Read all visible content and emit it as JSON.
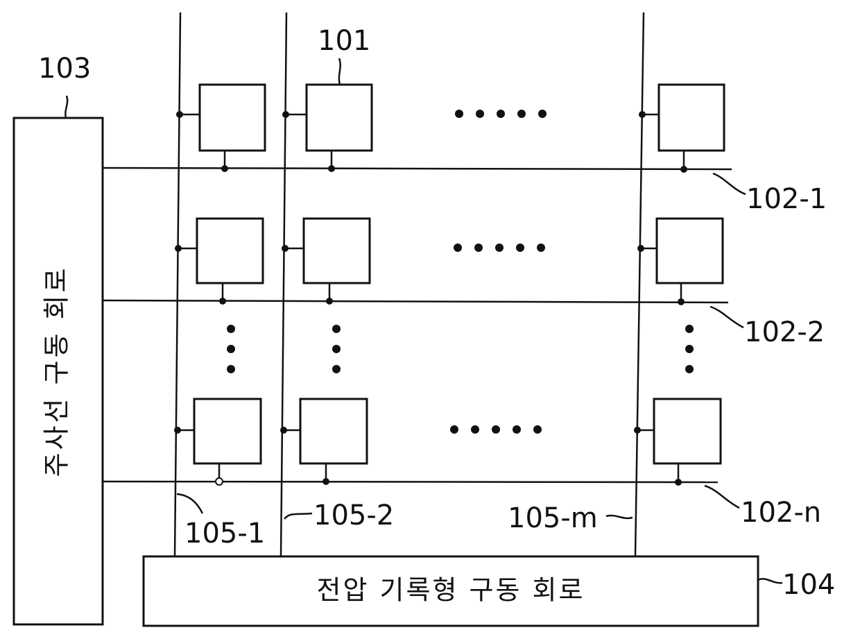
{
  "labels": {
    "pixel_ref": "101",
    "scan_driver_ref": "103",
    "data_driver_ref": "104",
    "scan_lines": [
      "102-1",
      "102-2",
      "102-n"
    ],
    "data_lines": [
      "105-1",
      "105-2",
      "105-m"
    ]
  },
  "blocks": {
    "scan_driver_text": "주사선 구동 회로",
    "data_driver_text": "전압 기록형 구동 회로"
  }
}
